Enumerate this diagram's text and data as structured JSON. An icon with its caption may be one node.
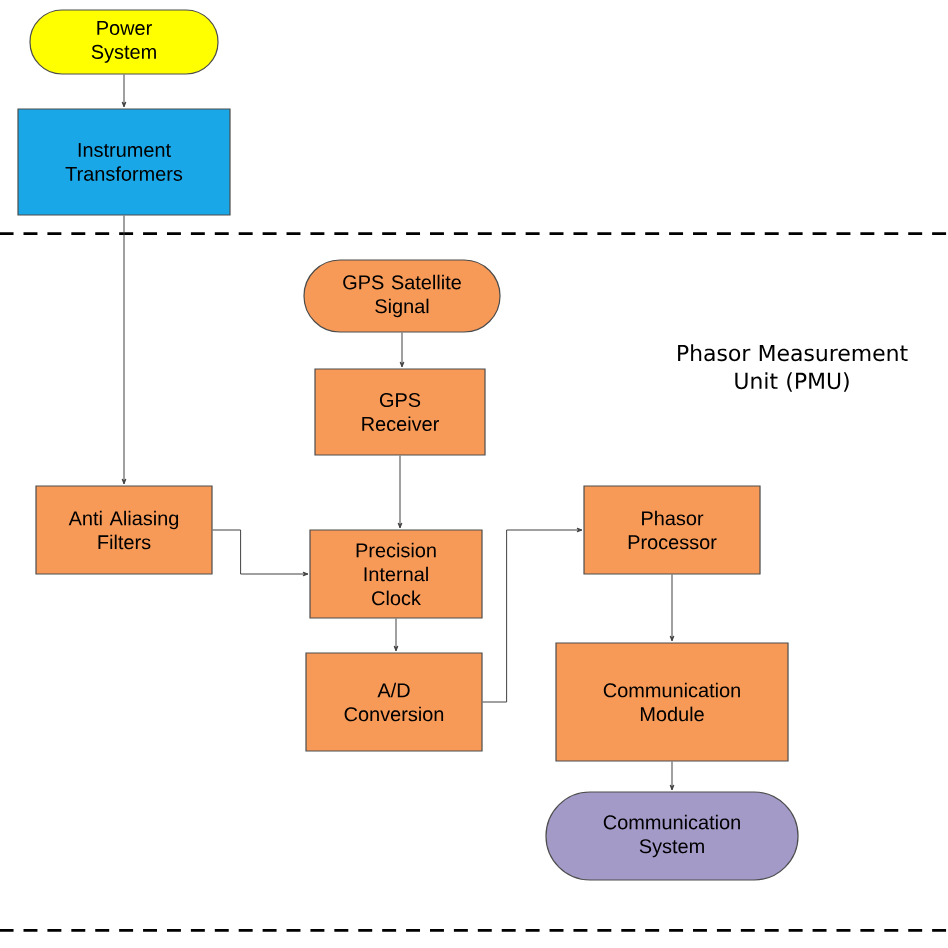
{
  "diagram": {
    "nodes": [
      {
        "text": [
          "Power System"
        ]
      },
      {
        "text": [
          "Instrument Transformers"
        ]
      },
      {
        "text": [
          "Phasor Measurement Unit (PMU)"
        ]
      },
      {
        "text": [
          "GPS Satellite Signal"
        ],
        "in": 2
      },
      {
        "text": [
          "GPS Receiver"
        ],
        "in": 2
      },
      {
        "text": [
          "Anti Aliasing Filters"
        ],
        "in": 2
      },
      {
        "text": [
          "Precision Internal Clock"
        ],
        "in": 2
      },
      {
        "text": [
          "A/D Conversion"
        ],
        "in": 2
      },
      {
        "text": [
          "Phasor Processor"
        ],
        "in": 2
      },
      {
        "text": [
          "Communication Module"
        ],
        "in": 2
      },
      {
        "text": [
          "Communication System"
        ],
        "in": 2
      }
    ],
    "edges": [
      {
        "from": 0,
        "to": 1,
        "arrow": "to"
      },
      {
        "from": 1,
        "to": 5,
        "arrow": "to"
      },
      {
        "from": 3,
        "to": 4,
        "arrow": "to"
      },
      {
        "from": 4,
        "to": 6,
        "arrow": "to"
      },
      {
        "from": 5,
        "to": 6,
        "arrow": "to"
      },
      {
        "from": 6,
        "to": 7,
        "arrow": "to"
      },
      {
        "from": 7,
        "to": 8,
        "arrow": "to"
      },
      {
        "from": 8,
        "to": 9,
        "arrow": "to"
      },
      {
        "from": 9,
        "to": 10,
        "arrow": "to"
      }
    ]
  }
}
